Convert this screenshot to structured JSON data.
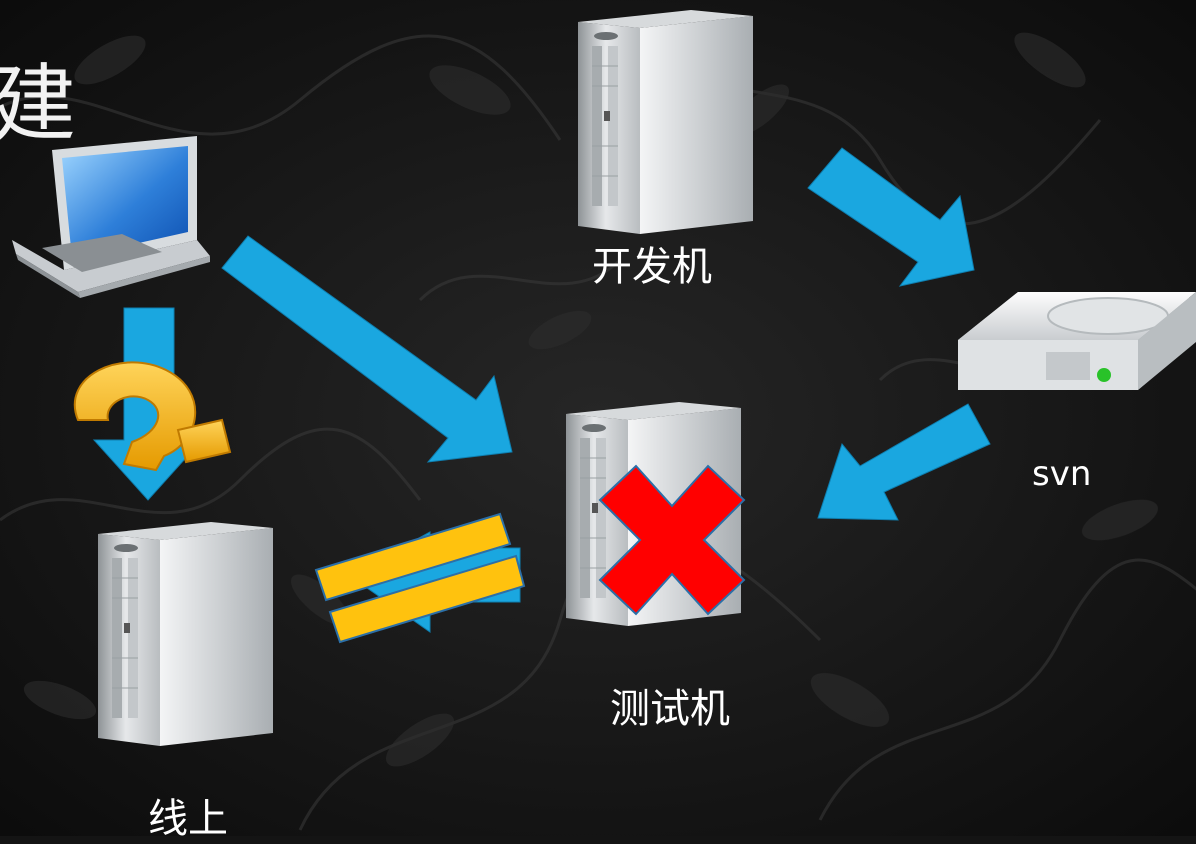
{
  "title_fragment": "建",
  "nodes": {
    "dev_machine": {
      "label": "开发机",
      "icon": "server-tower-icon"
    },
    "svn": {
      "label": "svn",
      "icon": "hard-drive-icon"
    },
    "test_machine": {
      "label": "测试机",
      "icon": "server-tower-icon",
      "status": "failed"
    },
    "online": {
      "label": "线上",
      "icon": "server-tower-icon"
    },
    "laptop": {
      "icon": "laptop-icon"
    }
  },
  "markers": {
    "question": "?",
    "not_equal": "not-equal-icon",
    "cross": "cross-icon"
  },
  "colors": {
    "background": "#141414",
    "arrow": "#1aa7e0",
    "cross": "#ff0000",
    "not_equal_bars": "#ffc20e",
    "question_mark": "#f3a712",
    "label_text": "#ffffff"
  }
}
